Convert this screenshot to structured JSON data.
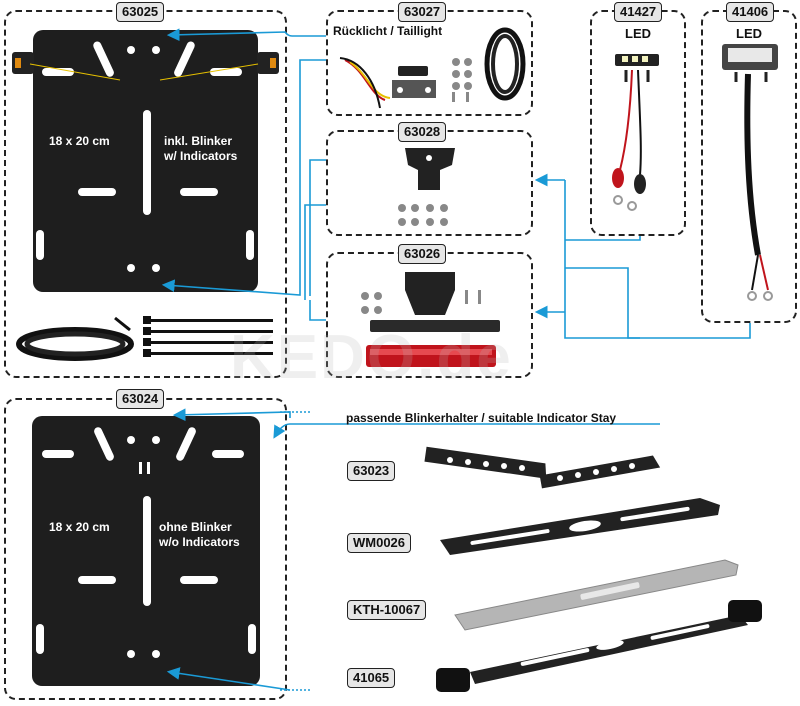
{
  "panels": {
    "p63025": {
      "code": "63025",
      "size": "18 x 20 cm",
      "feature_de": "inkl. Blinker",
      "feature_en": "w/ Indicators"
    },
    "p63027": {
      "code": "63027",
      "title": "Rücklicht / Taillight"
    },
    "p41427": {
      "code": "41427",
      "title": "LED"
    },
    "p41406": {
      "code": "41406",
      "title": "LED"
    },
    "p63028": {
      "code": "63028"
    },
    "p63026": {
      "code": "63026"
    },
    "p63024": {
      "code": "63024",
      "size": "18 x 20 cm",
      "feature_de": "ohne Blinker",
      "feature_en": "w/o Indicators"
    }
  },
  "stays": {
    "heading": "passende Blinkerhalter / suitable Indicator Stay",
    "items": [
      {
        "code": "63023"
      },
      {
        "code": "WM0026"
      },
      {
        "code": "KTH-10067"
      },
      {
        "code": "41065"
      }
    ]
  },
  "watermark": "KEDO.de",
  "colors": {
    "connector": "#1a9ad6",
    "plate": "#1e1e1e",
    "accent_red": "#c0141c"
  }
}
